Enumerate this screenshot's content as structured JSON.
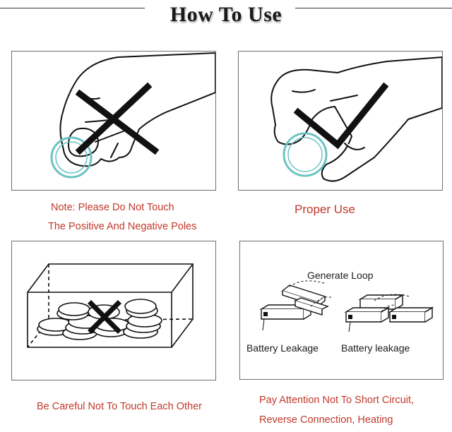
{
  "title": "How To Use",
  "captions": {
    "no_touch_line1": "Note: Please Do Not Touch",
    "no_touch_line2": "The Positive And Negative Poles",
    "proper_use": "Proper Use",
    "careful": "Be Careful Not To Touch Each Other",
    "attention_line1": "Pay Attention Not To Short Circuit,",
    "attention_line2": "Reverse Connection, Heating"
  },
  "diagram_labels": {
    "generate_loop": "Generate Loop",
    "leakage_left": "Battery Leakage",
    "leakage_right": "Battery leakage"
  },
  "colors": {
    "caption_red": "#c0392b",
    "battery_teal": "#6cc3c4",
    "mark_black": "#111111"
  }
}
